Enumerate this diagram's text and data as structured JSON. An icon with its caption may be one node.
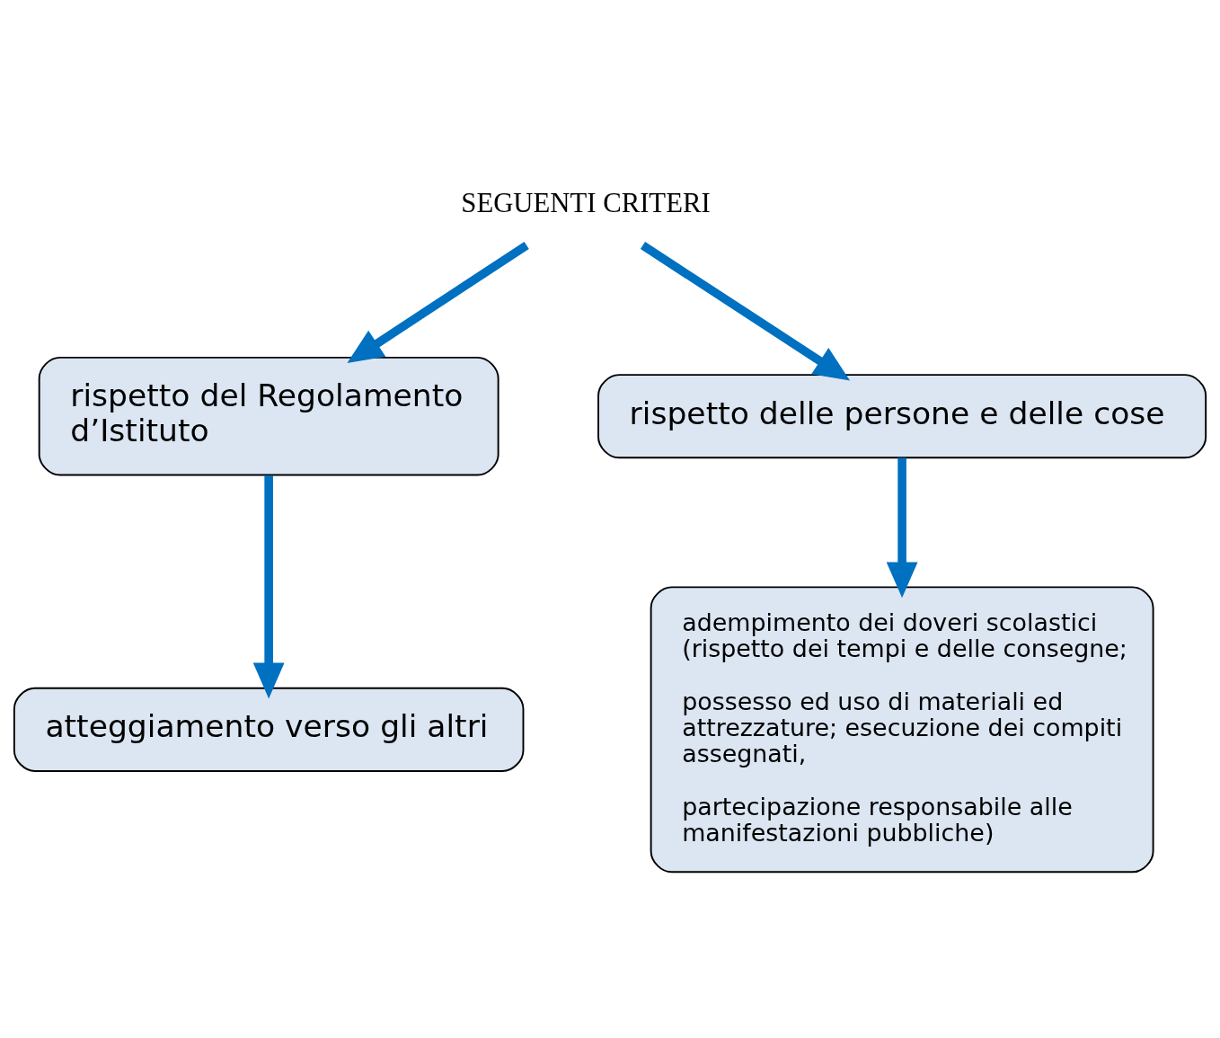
{
  "diagram": {
    "nodes": [
      {
        "text": [
          "SEGUENTI CRITERI"
        ]
      },
      {
        "text": [
          "rispetto del Regolamento d’Istituto"
        ]
      },
      {
        "text": [
          "rispetto delle persone e delle cose"
        ]
      },
      {
        "text": [
          "atteggiamento verso gli altri"
        ]
      },
      {
        "text": [
          "adempimento dei doveri scolastici (rispetto dei tempi e delle consegne;",
          "possesso ed uso di materiali ed attrezzature; esecuzione dei compiti assegnati,",
          "partecipazione responsabile alle manifestazioni pubbliche)"
        ]
      }
    ],
    "edges": [
      {
        "from": 0,
        "to": 1,
        "arrow": "to"
      },
      {
        "from": 0,
        "to": 2,
        "arrow": "to"
      },
      {
        "from": 1,
        "to": 3,
        "arrow": "to"
      },
      {
        "from": 2,
        "to": 4,
        "arrow": "to"
      }
    ]
  }
}
